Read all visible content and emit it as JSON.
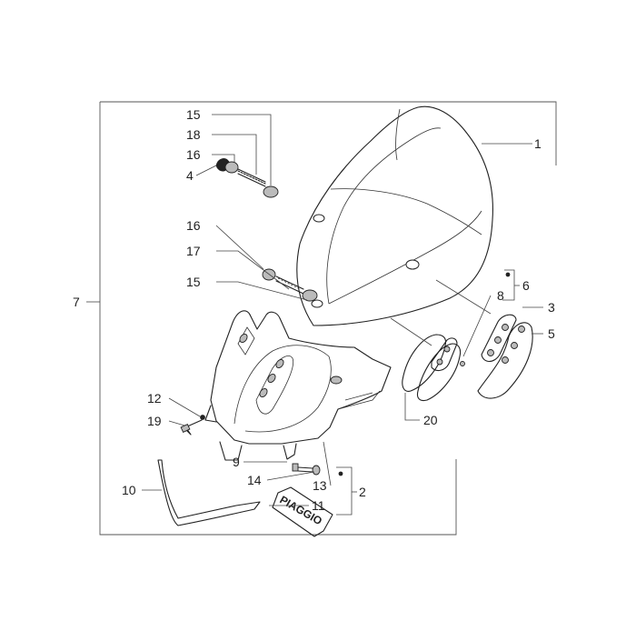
{
  "labels": {
    "l1": "1",
    "l2": "2",
    "l3": "3",
    "l4": "4",
    "l5": "5",
    "l6": "6",
    "l7": "7",
    "l8": "8",
    "l9": "9",
    "l10": "10",
    "l11": "11",
    "l12": "12",
    "l13": "13",
    "l14": "14",
    "l15a": "15",
    "l15b": "15",
    "l16a": "16",
    "l16b": "16",
    "l17": "17",
    "l18": "18",
    "l19": "19",
    "l20": "20"
  },
  "logo_text": "PIAGGIO"
}
